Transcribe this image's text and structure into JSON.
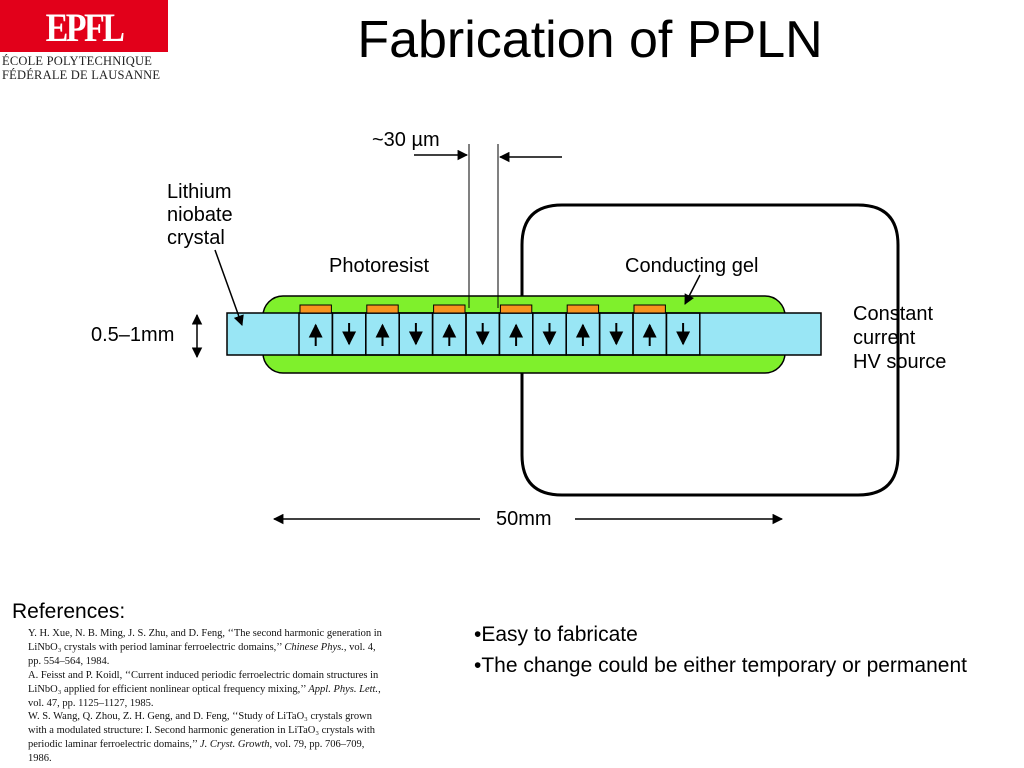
{
  "logo": {
    "mark": "EPFL",
    "line1": "ÉCOLE POLYTECHNIQUE",
    "line2": "FÉDÉRALE DE LAUSANNE"
  },
  "title": "Fabrication of PPLN",
  "diagram": {
    "labels": {
      "crystal_l1": "Lithium",
      "crystal_l2": "niobate",
      "crystal_l3": "crystal",
      "photoresist": "Photoresist",
      "gel": "Conducting gel",
      "period": "~30 µm",
      "thickness": "0.5–1mm",
      "source_l1": "Constant",
      "source_l2": "current",
      "source_l3": "HV source",
      "length": "50mm"
    },
    "domains": [
      "up",
      "down",
      "up",
      "down",
      "up",
      "down",
      "up",
      "down",
      "up",
      "down",
      "up",
      "down"
    ],
    "colors": {
      "crystal": "#99e6f5",
      "gel": "#7ff02c",
      "photoresist": "#f7931e"
    }
  },
  "references": {
    "label": "References:",
    "entries": [
      {
        "text": "Y. H. Xue, N. B. Ming, J. S. Zhu, and D. Feng, ‘‘The second harmonic generation in LiNbO₃ crystals with period laminar ferroelectric domains,’’ ",
        "journal": "Chinese Phys.",
        "rest": ", vol. 4, pp. 554–564, 1984."
      },
      {
        "text": "A. Feisst and P. Koidl, ‘‘Current induced periodic ferroelectric domain structures in LiNbO₃ applied for efficient nonlinear optical frequency mixing,’’ ",
        "journal": "Appl. Phys. Lett.",
        "rest": ", vol. 47, pp. 1125–1127, 1985."
      },
      {
        "text": "W. S. Wang, Q. Zhou, Z. H. Geng, and D. Feng, ‘‘Study of LiTaO₃ crystals grown with a modulated structure: I. Second harmonic generation in LiTaO₃ crystals with periodic laminar ferroelectric domains,’’ ",
        "journal": "J. Cryst. Growth",
        "rest": ", vol. 79, pp. 706–709, 1986."
      }
    ]
  },
  "bullets": [
    "•Easy to fabricate",
    "•The change could be either temporary or permanent"
  ]
}
